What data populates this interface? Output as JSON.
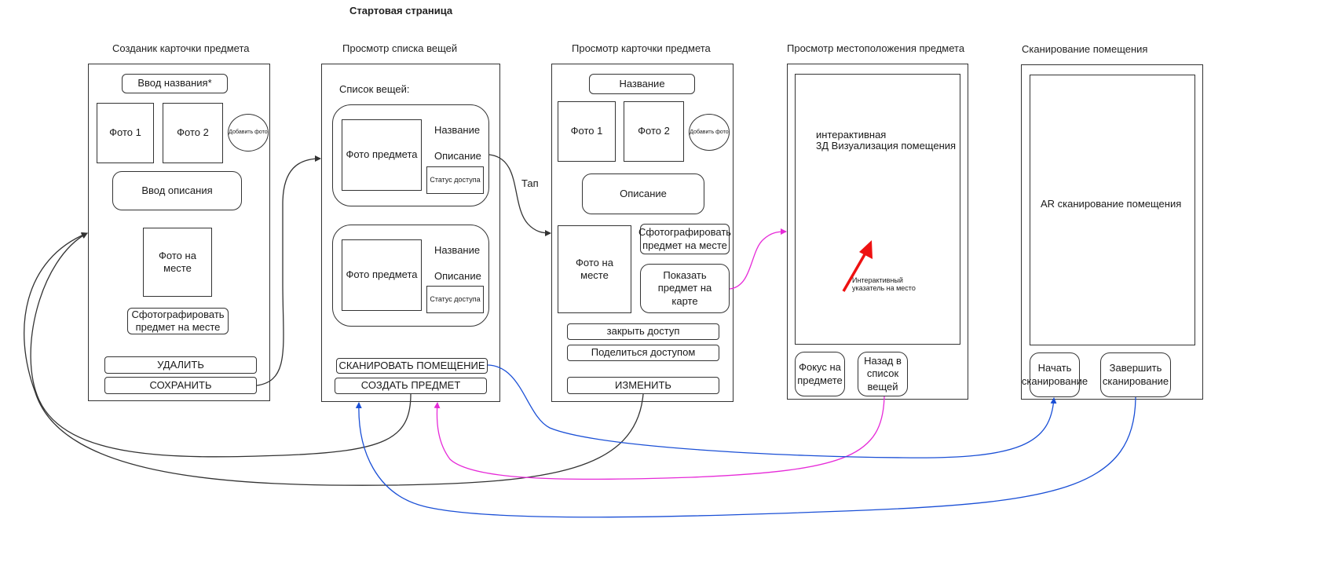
{
  "header": {
    "title": "Стартовая страница"
  },
  "colors": {
    "black": "#333333",
    "magenta": "#e62ad8",
    "blue": "#1a4fd6",
    "red": "#ee1111"
  },
  "screens": {
    "create": {
      "title": "Созданик карточки предмета",
      "name_input": "Ввод названия*",
      "photo1": "Фото 1",
      "photo2": "Фото 2",
      "add_photo": "Добавить фото",
      "desc_input": "Ввод описания",
      "place_photo": "Фото на месте",
      "take_photo": "Сфотографировать предмет на месте",
      "delete": "УДАЛИТЬ",
      "save": "СОХРАНИТЬ"
    },
    "list": {
      "title": "Просмотр списка вещей",
      "list_label": "Список вещей:",
      "items": [
        {
          "photo": "Фото предмета",
          "name": "Название",
          "desc": "Описание",
          "status": "Статус доступа"
        },
        {
          "photo": "Фото предмета",
          "name": "Название",
          "desc": "Описание",
          "status": "Статус доступа"
        }
      ],
      "scan": "СКАНИРОВАТЬ ПОМЕЩЕНИЕ",
      "create": "СОЗДАТЬ ПРЕДМЕТ"
    },
    "card": {
      "title": "Просмотр карточки предмета",
      "name": "Название",
      "photo1": "Фото 1",
      "photo2": "Фото 2",
      "add_photo": "Добавить фото",
      "desc": "Описание",
      "place_photo": "Фото на месте",
      "take_photo": "Сфотографировать предмет на месте",
      "show_map": "Показать предмет на карте",
      "close_access": "закрыть доступ",
      "share_access": "Поделиться доступом",
      "edit": "ИЗМЕНИТЬ"
    },
    "location": {
      "title": "Просмотр местоположения предмета",
      "viz_line1": "интерактивная",
      "viz_line2": "3Д Визуализация помещения",
      "pointer_label": "Интерактивный указатель на место",
      "focus": "Фокус на предмете",
      "back": "Назад в список вещей"
    },
    "scanning": {
      "title": "Сканирование помещения",
      "ar": "AR сканирование помещения",
      "start": "Начать сканирование",
      "finish": "Завершить сканирование"
    }
  },
  "connectors": {
    "tap_label": "Тап"
  }
}
